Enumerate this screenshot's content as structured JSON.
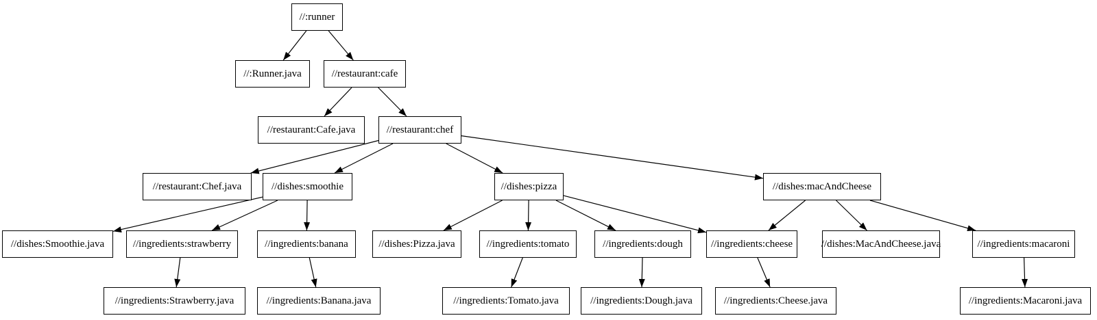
{
  "diagram": {
    "type": "dependency-graph",
    "background_color": "#ffffff",
    "node_fill_color": "#ffffff",
    "node_border_color": "#000000",
    "edge_color": "#000000",
    "text_color": "#000000",
    "nodes": {
      "runner": {
        "label": "//:runner"
      },
      "runner_java": {
        "label": "//:Runner.java"
      },
      "cafe": {
        "label": "//restaurant:cafe"
      },
      "cafe_java": {
        "label": "//restaurant:Cafe.java"
      },
      "chef": {
        "label": "//restaurant:chef"
      },
      "chef_java": {
        "label": "//restaurant:Chef.java"
      },
      "smoothie": {
        "label": "//dishes:smoothie"
      },
      "smoothie_java": {
        "label": "//dishes:Smoothie.java"
      },
      "strawberry": {
        "label": "//ingredients:strawberry"
      },
      "banana": {
        "label": "//ingredients:banana"
      },
      "strawberry_java": {
        "label": "//ingredients:Strawberry.java"
      },
      "banana_java": {
        "label": "//ingredients:Banana.java"
      },
      "pizza": {
        "label": "//dishes:pizza"
      },
      "pizza_java": {
        "label": "//dishes:Pizza.java"
      },
      "tomato": {
        "label": "//ingredients:tomato"
      },
      "dough": {
        "label": "//ingredients:dough"
      },
      "cheese": {
        "label": "//ingredients:cheese"
      },
      "tomato_java": {
        "label": "//ingredients:Tomato.java"
      },
      "dough_java": {
        "label": "//ingredients:Dough.java"
      },
      "cheese_java": {
        "label": "//ingredients:Cheese.java"
      },
      "mac_and_cheese": {
        "label": "//dishes:macAndCheese"
      },
      "mac_and_cheese_java": {
        "label": "//dishes:MacAndCheese.java"
      },
      "macaroni": {
        "label": "//ingredients:macaroni"
      },
      "macaroni_java": {
        "label": "//ingredients:Macaroni.java"
      }
    },
    "edges": [
      {
        "from": "runner",
        "to": "runner_java"
      },
      {
        "from": "runner",
        "to": "cafe"
      },
      {
        "from": "cafe",
        "to": "cafe_java"
      },
      {
        "from": "cafe",
        "to": "chef"
      },
      {
        "from": "chef",
        "to": "chef_java"
      },
      {
        "from": "chef",
        "to": "smoothie"
      },
      {
        "from": "chef",
        "to": "pizza"
      },
      {
        "from": "chef",
        "to": "mac_and_cheese"
      },
      {
        "from": "smoothie",
        "to": "smoothie_java"
      },
      {
        "from": "smoothie",
        "to": "strawberry"
      },
      {
        "from": "smoothie",
        "to": "banana"
      },
      {
        "from": "strawberry",
        "to": "strawberry_java"
      },
      {
        "from": "banana",
        "to": "banana_java"
      },
      {
        "from": "pizza",
        "to": "pizza_java"
      },
      {
        "from": "pizza",
        "to": "tomato"
      },
      {
        "from": "pizza",
        "to": "dough"
      },
      {
        "from": "pizza",
        "to": "cheese"
      },
      {
        "from": "tomato",
        "to": "tomato_java"
      },
      {
        "from": "dough",
        "to": "dough_java"
      },
      {
        "from": "cheese",
        "to": "cheese_java"
      },
      {
        "from": "mac_and_cheese",
        "to": "cheese"
      },
      {
        "from": "mac_and_cheese",
        "to": "mac_and_cheese_java"
      },
      {
        "from": "mac_and_cheese",
        "to": "macaroni"
      },
      {
        "from": "macaroni",
        "to": "macaroni_java"
      }
    ]
  }
}
